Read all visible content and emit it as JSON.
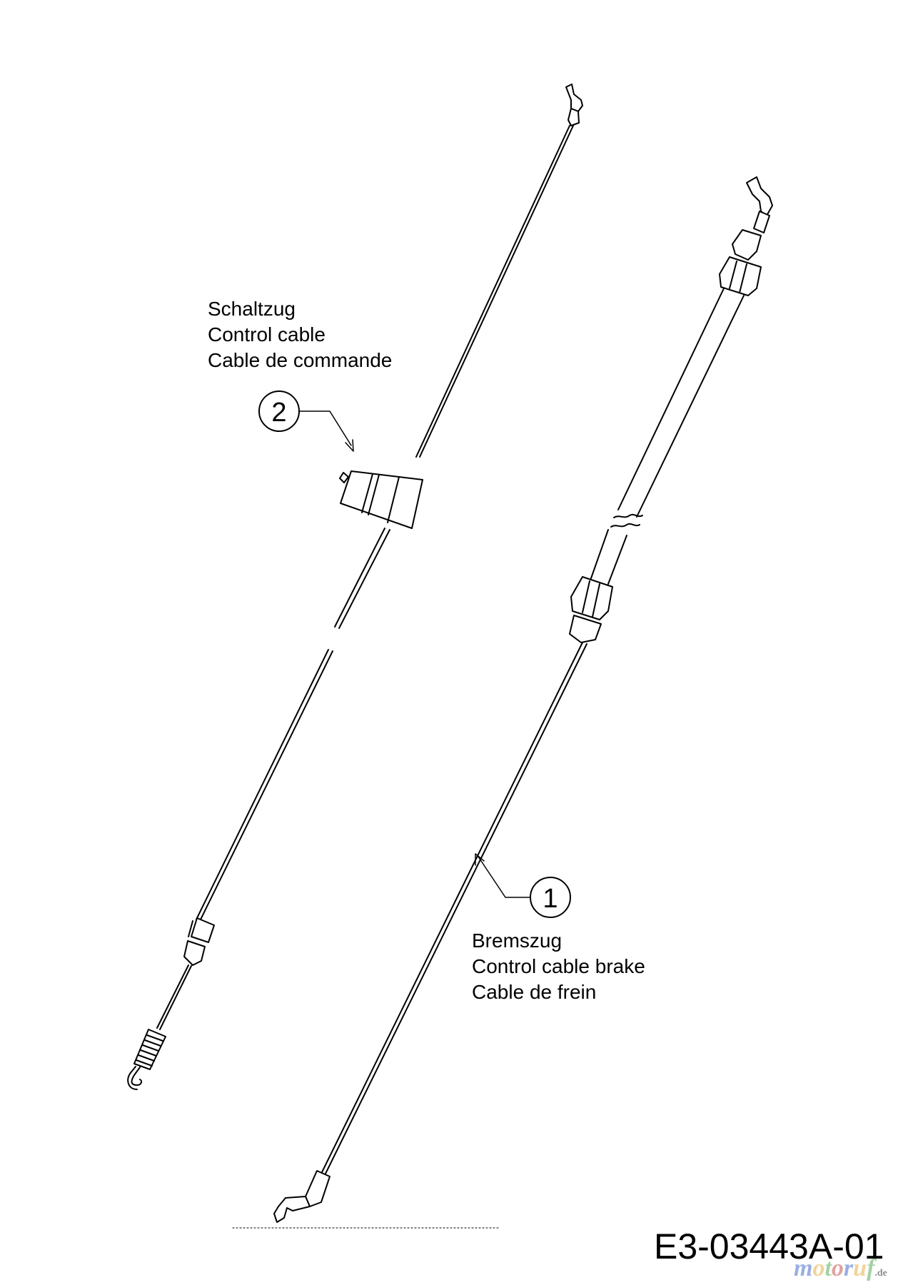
{
  "callouts": [
    {
      "number": "2",
      "lines": [
        "Schaltzug",
        "Control cable",
        "Cable de commande"
      ]
    },
    {
      "number": "1",
      "lines": [
        "Bremszug",
        "Control cable brake",
        "Cable de frein"
      ]
    }
  ],
  "drawing_code": "E3-03443A-01",
  "watermark": {
    "text": "motoruf",
    "suffix": ".de",
    "colors": [
      "#1f4fbf",
      "#e0a01a",
      "#3a9a3a",
      "#c0302a"
    ]
  },
  "colors": {
    "line": "#000000",
    "background": "#ffffff"
  }
}
